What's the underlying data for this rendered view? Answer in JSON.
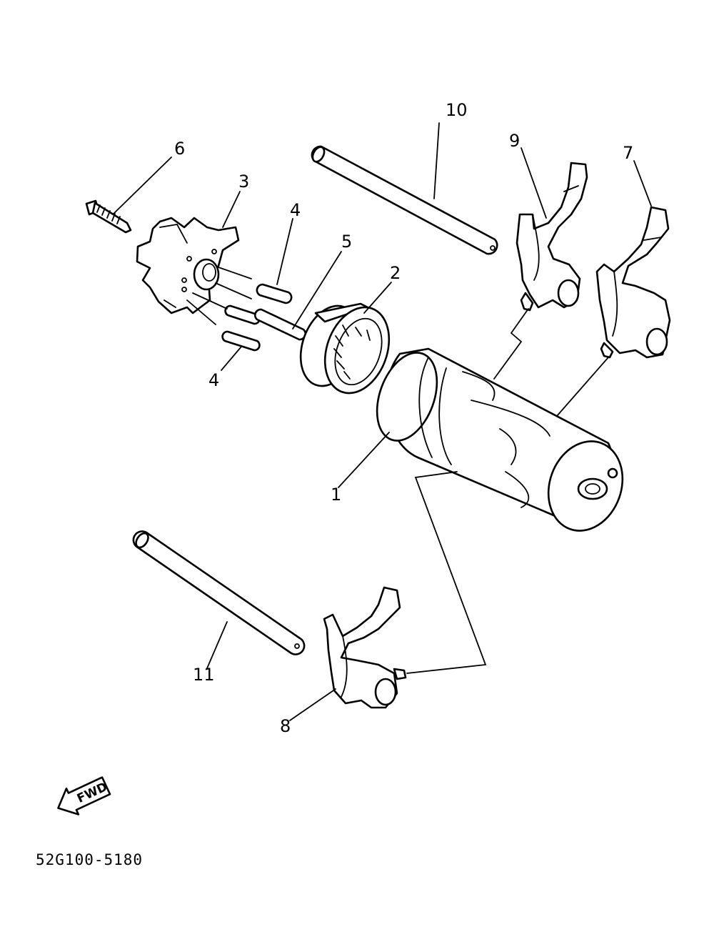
{
  "callouts": [
    "1",
    "2",
    "3",
    "4",
    "4",
    "5",
    "6",
    "7",
    "8",
    "9",
    "10",
    "11"
  ],
  "direction_marker": "FWD",
  "diagram_code": "52G100-5180"
}
